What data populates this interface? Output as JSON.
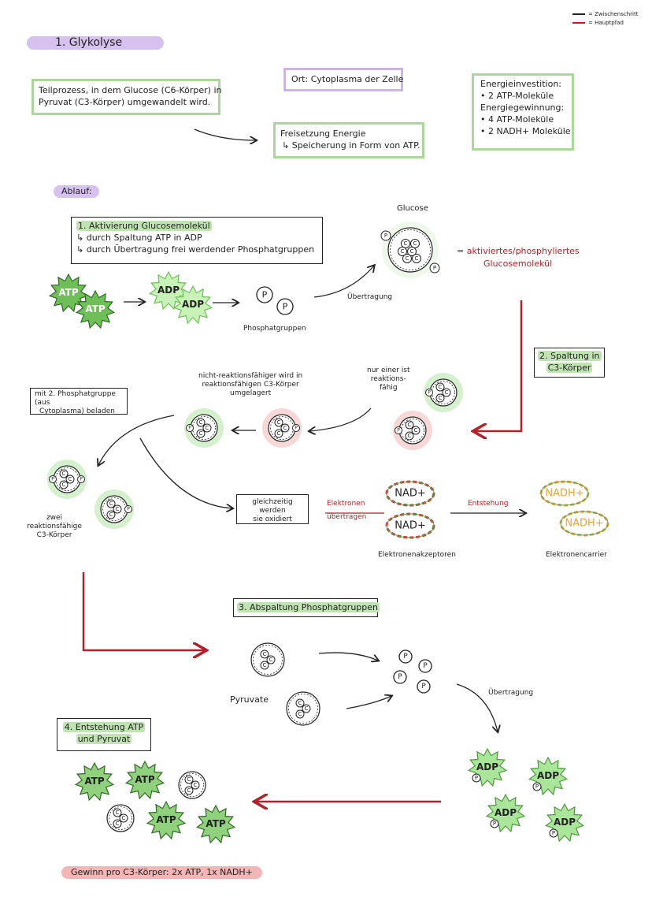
{
  "legend": {
    "items": [
      "= Zwischenschritt",
      "= Hauptpfad"
    ]
  },
  "title": "1. Glykolyse",
  "definition": {
    "line1": "Teilprozess, in dem Glucose (C6-Körper) in",
    "line2": "Pyruvat (C3-Körper) umgewandelt wird."
  },
  "location": "Ort:  Cytoplasma der Zelle",
  "release": {
    "line1": "Freisetzung Energie",
    "line2": "↳ Speicherung in Form von ATP."
  },
  "energy": {
    "invest_title": "Energieinvestition:",
    "invest_item": "• 2 ATP-Moleküle",
    "gain_title": "Energiegewinnung:",
    "gain_item1": "• 4 ATP-Moleküle",
    "gain_item2": "• 2  NADH+ Moleküle"
  },
  "ablauf": "Ablauf:",
  "step1": {
    "title": "1. Aktivierung Glucosemolekül",
    "line1": "↳ durch Spaltung ATP in ADP",
    "line2": "↳ durch Übertragung frei werdender Phosphatgruppen"
  },
  "labels": {
    "glucose": "Glucose",
    "activated1": "= aktiviertes/phosphyliertes",
    "activated2": "Glucosemolekül",
    "phosphatgruppen": "Phosphatgruppen",
    "uebertragung1": "Übertragung",
    "uebertragung2": "Übertragung",
    "atp": "ATP",
    "adp": "ADP",
    "p": "P",
    "c": "C",
    "nad": "NAD+",
    "nadh": "NADH+",
    "nur1": "nur einer ist",
    "nur2": "reaktions-",
    "nur3": "fähig",
    "nicht1": "nicht-reaktionsfähiger wird in",
    "nicht2": "reaktionsfähigen C3-Körper",
    "nicht3": "umgelagert",
    "beladen1": "mit 2. Phosphatgruppe (aus",
    "beladen2": "Cytoplasma) beladen",
    "zwei1": "zwei",
    "zwei2": "reaktionsfähige",
    "zwei3": "C3-Körper",
    "oxid1": "gleichzeitig werden",
    "oxid2": "sie oxidiert",
    "elek1": "Elektronen",
    "elek2": "übertragen",
    "entstehung": "Entstehung",
    "akzeptoren": "Elektronenakzeptoren",
    "carrier": "Elektronencarrier",
    "pyruvate": "Pyruvate"
  },
  "step2": {
    "line1": "2. Spaltung in",
    "line2": "C3-Körper"
  },
  "step3": "3. Abspaltung Phosphatgruppen",
  "step4": {
    "line1": "4. Entstehung ATP",
    "line2": "und Pyruvat"
  },
  "gain": "Gewinn pro C3-Körper: 2x ATP, 1x NADH+",
  "colors": {
    "green": "#a9d89a",
    "green_dark": "#5fa04c",
    "red": "#b51f26",
    "purple": "#cdb5e6",
    "orange": "#e8a43a",
    "pink": "#f3b5b5"
  }
}
